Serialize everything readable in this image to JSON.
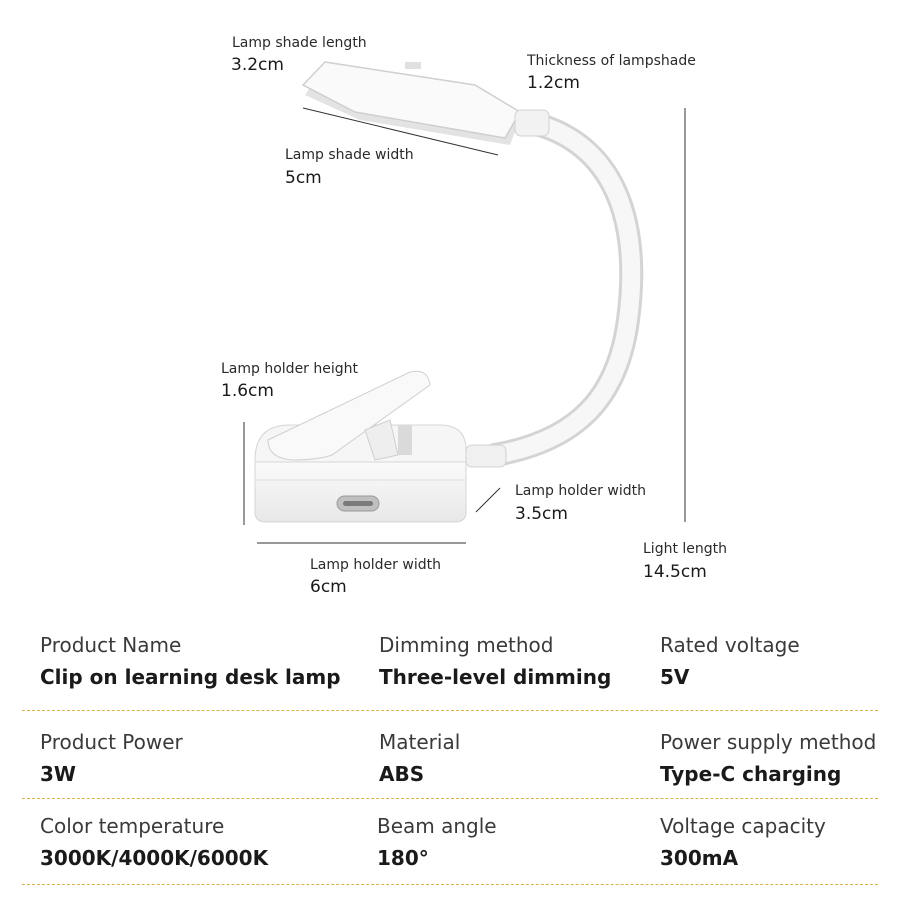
{
  "dimensions": {
    "shade_length": {
      "label": "Lamp shade length",
      "value": "3.2cm"
    },
    "shade_thickness": {
      "label": "Thickness of lampshade",
      "value": "1.2cm"
    },
    "shade_width": {
      "label": "Lamp shade width",
      "value": "5cm"
    },
    "holder_height": {
      "label": "Lamp holder height",
      "value": "1.6cm"
    },
    "holder_depth": {
      "label": "Lamp holder width",
      "value": "3.5cm"
    },
    "holder_width": {
      "label": "Lamp holder width",
      "value": "6cm"
    },
    "light_length": {
      "label": "Light length",
      "value": "14.5cm"
    }
  },
  "specs": [
    [
      {
        "key": "Product Name",
        "value": "Clip on learning desk lamp"
      },
      {
        "key": "Dimming method",
        "value": "Three-level dimming"
      },
      {
        "key": "Rated voltage",
        "value": "5V"
      }
    ],
    [
      {
        "key": "Product Power",
        "value": "3W"
      },
      {
        "key": "Material",
        "value": "ABS"
      },
      {
        "key": "Power supply method",
        "value": "Type-C charging"
      }
    ],
    [
      {
        "key": "Color temperature",
        "value": "3000K/4000K/6000K"
      },
      {
        "key": "Beam angle",
        "value": "180°"
      },
      {
        "key": "Voltage capacity",
        "value": "300mA"
      }
    ]
  ],
  "colors": {
    "divider": "#d8b24a",
    "lamp": "#f4f4f4",
    "lamp_shadow": "#d9d9d9"
  }
}
